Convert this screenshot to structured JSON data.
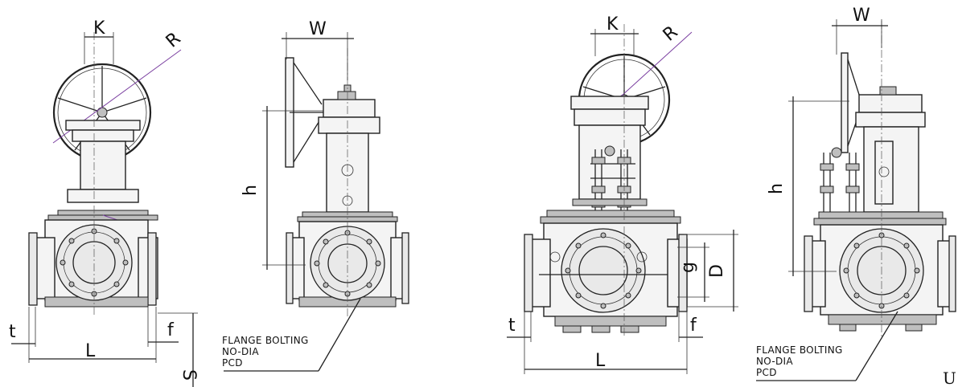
{
  "labels": {
    "view1": {
      "k": "K",
      "r": "R",
      "t": "t",
      "l": "L",
      "f": "f",
      "s": "S"
    },
    "view2": {
      "w": "W",
      "h": "h",
      "note": [
        "FLANGE BOLTING",
        "NO-DIA",
        "PCD"
      ]
    },
    "view3": {
      "k": "K",
      "r": "R",
      "g": "g",
      "d": "D",
      "t": "t",
      "f": "f",
      "l": "L"
    },
    "view4": {
      "w": "W",
      "h": "h",
      "note": [
        "FLANGE BOLTING",
        "NO-DIA",
        "PCD"
      ]
    },
    "corner": "U"
  },
  "colors": {
    "line": "#222222",
    "dimension_accent": "#7a3fa0",
    "background": "#ffffff"
  }
}
